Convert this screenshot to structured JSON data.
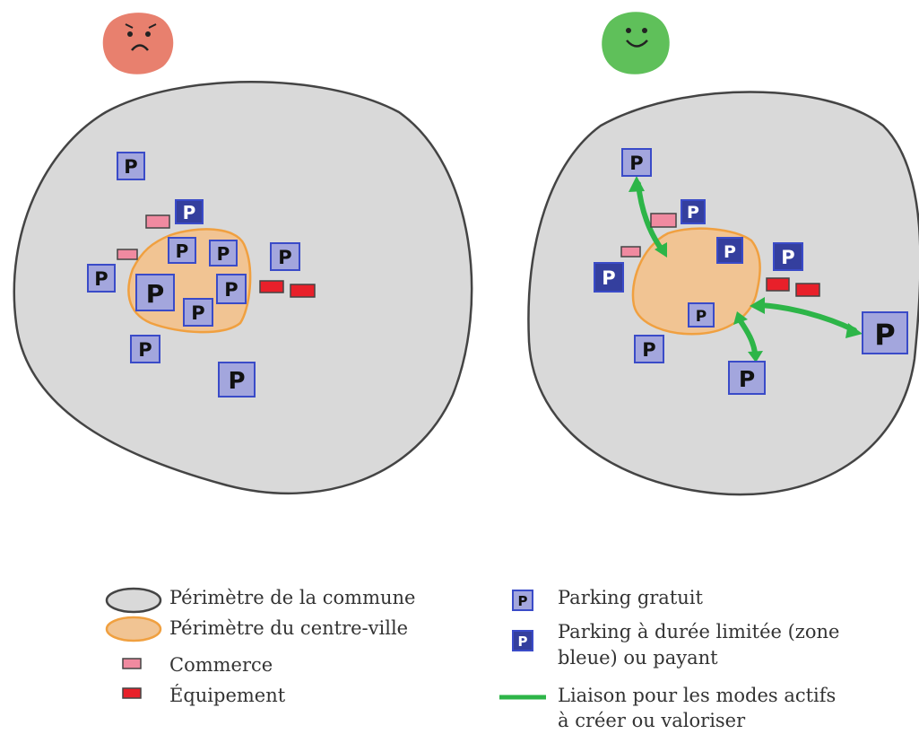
{
  "colors": {
    "commune": "#d9d9d9",
    "commune_stroke": "#444444",
    "centre": "#f1c493",
    "centre_stroke": "#f0a040",
    "parking_free_fill": "#a3a6dd",
    "parking_paid_fill": "#343f9e",
    "parking_stroke": "#3a4bc8",
    "commerce": "#f08aa0",
    "equipement": "#e8202a",
    "liaison": "#2db548",
    "sad_face": "#e8806e",
    "happy_face": "#5fc05a"
  },
  "icons": {
    "scenario_before": "sad-face-icon",
    "scenario_after": "happy-face-icon"
  },
  "parking_glyph": "P",
  "legend": {
    "commune": "Périmètre de la commune",
    "centre": "Périmètre du centre-ville",
    "commerce": "Commerce",
    "equipement": "Équipement",
    "parking_free": "Parking gratuit",
    "parking_paid_line1": "Parking à durée limitée (zone",
    "parking_paid_line2": "bleue) ou payant",
    "liaison_line1": "Liaison pour les modes actifs",
    "liaison_line2": "à créer ou valoriser"
  }
}
